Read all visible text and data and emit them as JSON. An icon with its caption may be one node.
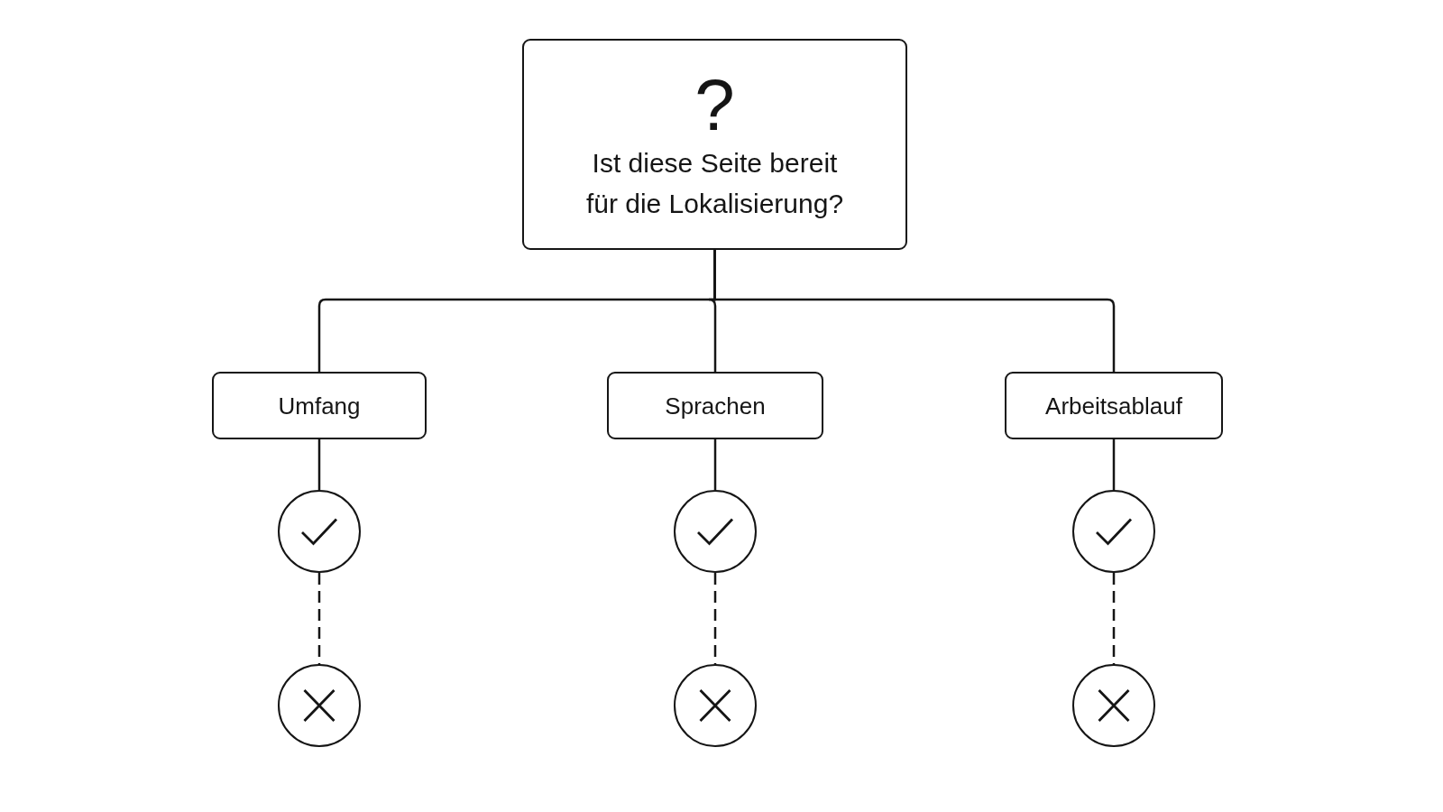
{
  "diagram": {
    "nodes": [
      {
        "text": [
          "?",
          "Ist diese Seite bereit für die Lokalisierung?"
        ]
      },
      {
        "text": [
          "Umfang"
        ]
      },
      {
        "text": [
          "Sprachen"
        ]
      },
      {
        "text": [
          "Arbeitsablauf"
        ]
      },
      {
        "text": [],
        "shape": "circle"
      },
      {
        "text": [],
        "shape": "circle"
      },
      {
        "text": [],
        "shape": "circle"
      },
      {
        "text": [],
        "shape": "circle"
      },
      {
        "text": [],
        "shape": "circle"
      },
      {
        "text": [],
        "shape": "circle"
      }
    ],
    "edges": [
      {
        "from": 0,
        "to": 1,
        "arrow": "none"
      },
      {
        "from": 0,
        "to": 2,
        "arrow": "none"
      },
      {
        "from": 0,
        "to": 3,
        "arrow": "none"
      },
      {
        "from": 1,
        "to": 4,
        "arrow": "none"
      },
      {
        "from": 2,
        "to": 5,
        "arrow": "none"
      },
      {
        "from": 3,
        "to": 6,
        "arrow": "none"
      },
      {
        "from": 4,
        "to": 7,
        "arrow": "none",
        "style": "dashed"
      },
      {
        "from": 5,
        "to": 8,
        "arrow": "none",
        "style": "dashed"
      },
      {
        "from": 6,
        "to": 9,
        "arrow": "none",
        "style": "dashed"
      }
    ]
  }
}
